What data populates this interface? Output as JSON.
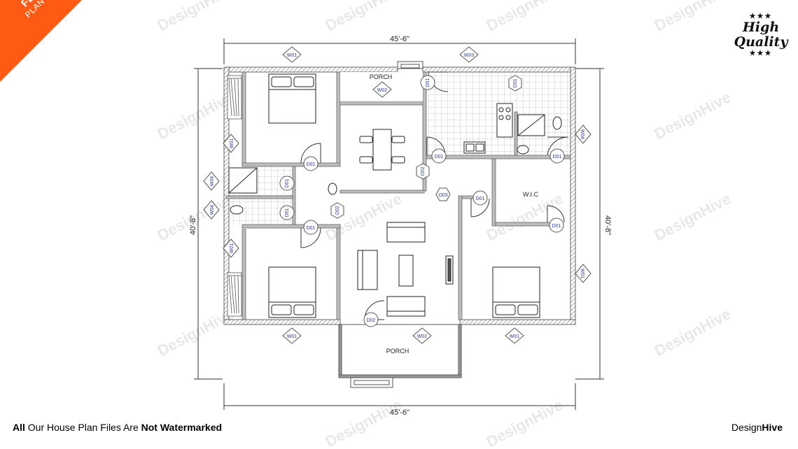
{
  "badge": {
    "line1": "FLOOR",
    "line2": "PLAN VIEW",
    "color": "#ff5a14"
  },
  "quality_badge": {
    "line1": "High",
    "line2": "Quality",
    "stars": "★★★"
  },
  "footer": {
    "prefix": "All",
    "middle": " Our House Plan Files Are ",
    "suffix": "Not Watermarked"
  },
  "brand": {
    "part1": "Design",
    "part2": "Hive"
  },
  "watermark": "DesignHive",
  "dimensions": {
    "top": "45'-6\"",
    "bottom": "45'-6\"",
    "left": "40'-8\"",
    "right": "40'-8\""
  },
  "room_labels": {
    "porch_top": "PORCH",
    "porch_bottom": "PORCH",
    "wic": "W.I.C"
  },
  "window_tags": {
    "w01": "W01",
    "w02": "W02",
    "w03": "W03",
    "w04": "W04"
  },
  "door_tags": {
    "d01": "D01",
    "d02": "D02"
  },
  "opening_tags": {
    "o01": "O01",
    "o02": "O02",
    "o03": "O03"
  },
  "colors": {
    "wall": "#8c8c8c",
    "tile": "#c8c8c8",
    "tag": "#2d3a8c",
    "dim": "#333333",
    "watermark": "#e6e6e6"
  }
}
